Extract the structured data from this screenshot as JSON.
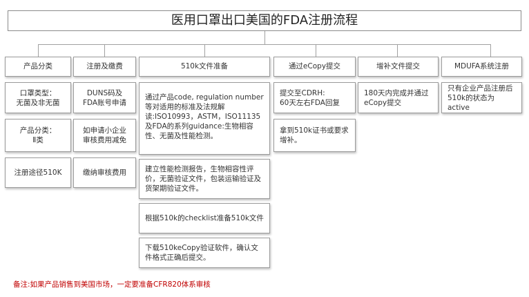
{
  "title": "医用口罩出口美国的FDA注册流程",
  "headers": [
    "产品分类",
    "注册及缴费",
    "510k文件准备",
    "通过eCopy提交",
    "增补文件提交",
    "MDUFA系统注册"
  ],
  "col1": [
    "口罩类型：\n无菌及非无菌",
    "产品分类：\nⅡ类",
    "注册途径510K"
  ],
  "col2": [
    "DUNS码及\nFDA账号申请",
    "如申请小企业\n审核费用减免",
    "缴纳审核费用"
  ],
  "col3": [
    "通过产品code, regulation number等对适用的标准及法规解读:ISO10993，ASTM，ISO11135及FDA的系列guidance:生物相容性、无菌及性能检测。",
    "建立性能检测报告，生物相容性评价，无菌验证文件，包装运输验证及货架期验证文件。",
    "根据510k的checklist准备510k文件",
    "下载510keCopy验证软件，确认文件格式正确后提交。"
  ],
  "col4": [
    "提交至CDRH:\n60天左右FDA回复",
    "拿到510k证书或要求增补。"
  ],
  "col5": [
    "180天内完成并通过eCopy提交"
  ],
  "col6": [
    "只有企业产品注册后510k的状态为active"
  ],
  "note": "备注:如果产品销售到美国市场，一定要准备CFR820体系审核"
}
